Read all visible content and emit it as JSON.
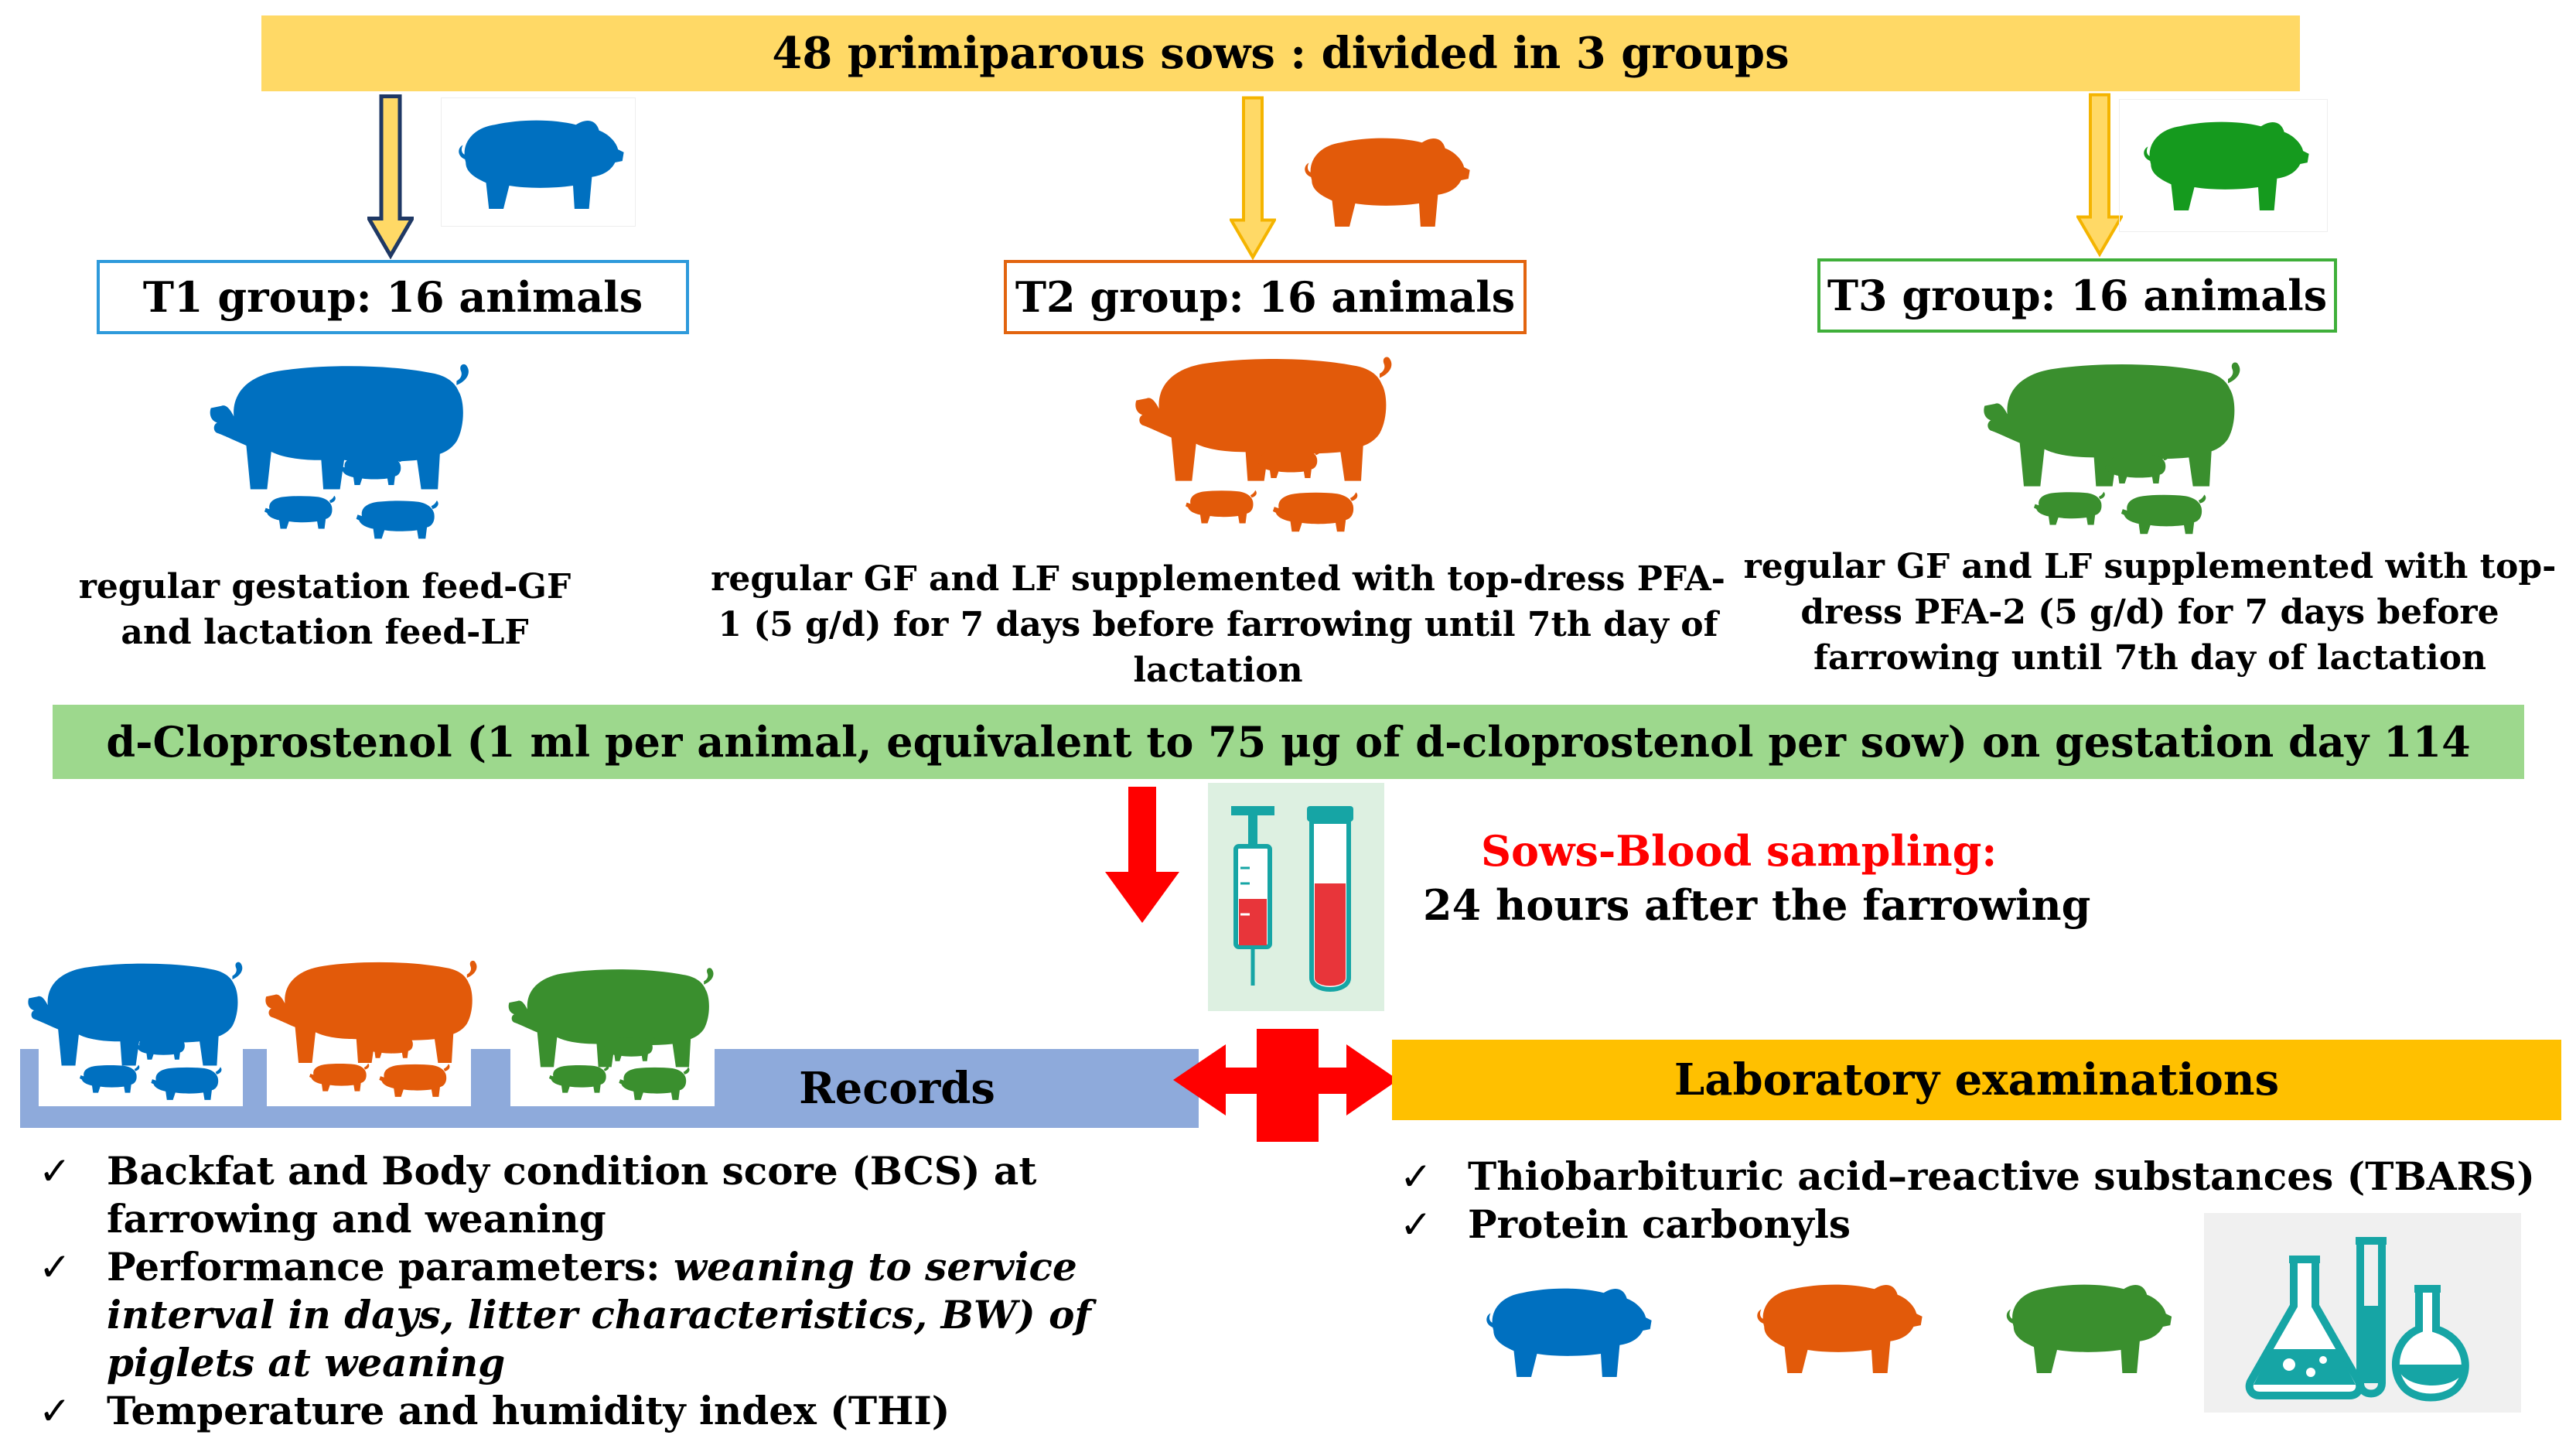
{
  "colors": {
    "t1": "#0070C0",
    "t2": "#E25A0A",
    "t3": "#3A8F2E",
    "t3_arrow_pig": "#159A1E",
    "top_banner": "#FFD966",
    "green_banner": "#9DD88D",
    "records_bar": "#8EAADB",
    "lab_bar": "#FFC000",
    "red": "#FF0000",
    "teal": "#16A5A5"
  },
  "header": {
    "title": "48 primiparous sows : divided in 3 groups"
  },
  "groups": [
    {
      "label": "T1 group: 16  animals",
      "description": "regular gestation feed-GF and lactation feed-LF",
      "icon": "sow-with-piglets-icon"
    },
    {
      "label": "T2 group: 16  animals",
      "description": "regular GF and LF supplemented with top-dress PFA-1 (5 g/d) for 7 days before farrowing until 7th day of lactation",
      "icon": "sow-with-piglets-icon"
    },
    {
      "label": "T3 group: 16  animals",
      "description": "regular GF and LF supplemented with top-dress PFA-2 (5 g/d) for 7 days before farrowing until 7th day of lactation",
      "icon": "sow-with-piglets-icon"
    }
  ],
  "treatment": {
    "text": "d-Cloprostenol (1 ml per animal, equivalent to 75 μg of d-cloprostenol per sow) on gestation day 114"
  },
  "sampling": {
    "title": "Sows-Blood sampling:",
    "subtitle": "24 hours after the farrowing",
    "icon": "syringe-and-blood-tube-icon"
  },
  "records": {
    "label": "Records",
    "items": [
      {
        "text": "Backfat and Body condition score (BCS) at farrowing and weaning"
      },
      {
        "text_plain": "Performance parameters: ",
        "text_italic": "weaning to service interval in days, litter characteristics, BW) of piglets at weaning"
      },
      {
        "text": "Temperature and humidity index (THI)"
      }
    ]
  },
  "laboratory": {
    "label": "Laboratory examinations",
    "items": [
      {
        "text": "Thiobarbituric acid–reactive substances (TBARS)"
      },
      {
        "text": "Protein carbonyls"
      }
    ],
    "icon": "lab-flasks-icon"
  },
  "check_glyph": "✓"
}
